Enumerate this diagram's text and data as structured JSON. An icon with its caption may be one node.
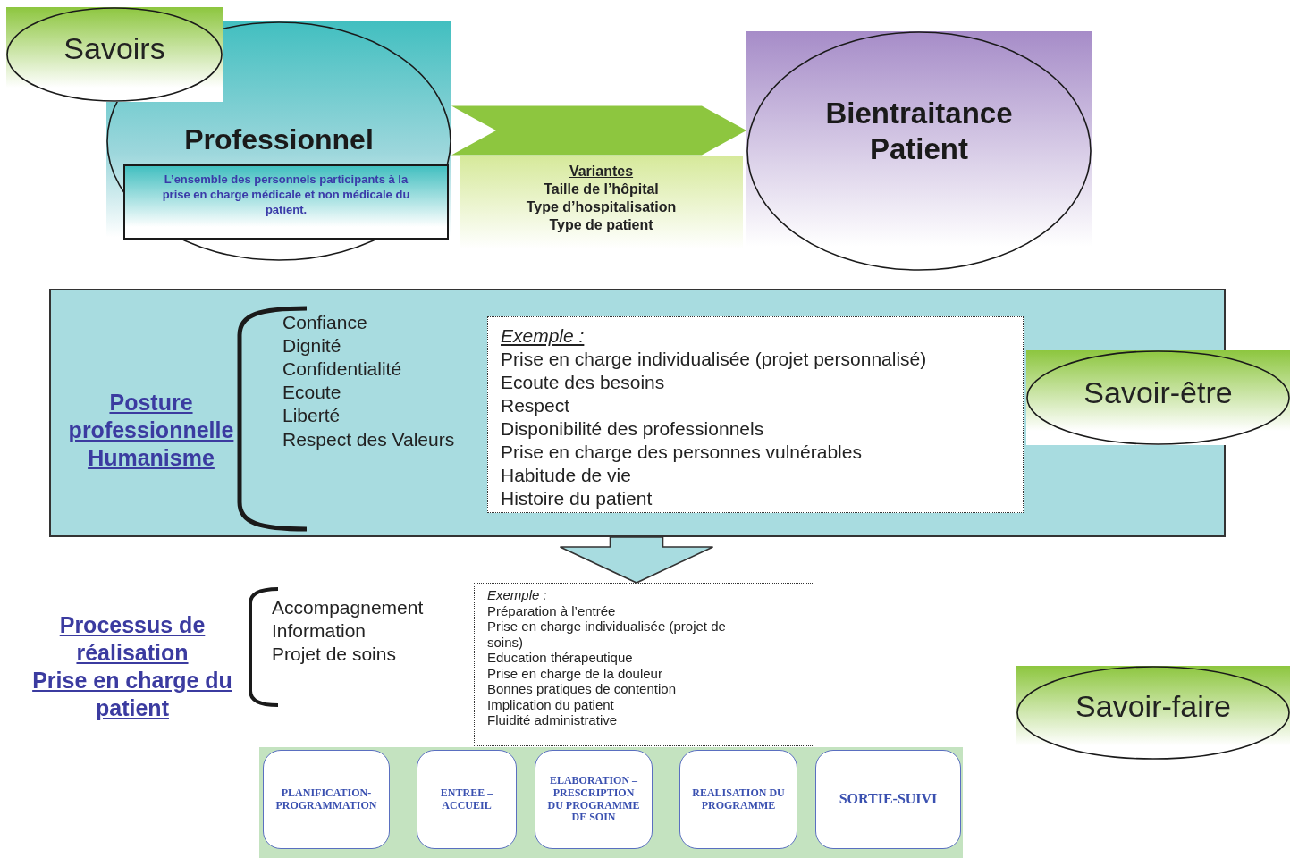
{
  "diagram": {
    "nodes": [
      {
        "text": [
          "Savoirs"
        ]
      },
      {
        "text": [
          "Professionnel"
        ]
      },
      {
        "text": [
          "L’ensemble des personnels participants à la prise en charge médicale et non médicale du patient."
        ],
        "in": 1
      },
      {
        "text": [
          "Variantes",
          "Taille de l’hôpital",
          "Type d’hospitalisation",
          "Type de patient"
        ]
      },
      {
        "text": [
          "Bientraitance Patient"
        ]
      },
      {
        "text": [
          "Posture professionnelle",
          "Humanisme",
          "Confiance",
          "Dignité",
          "Confidentialité",
          "Ecoute",
          "Liberté",
          "Respect des Valeurs"
        ]
      },
      {
        "text": [
          "Exemple :",
          "Prise en charge individualisée (projet personnalisé)",
          "Ecoute des besoins",
          "Respect",
          "Disponibilité des professionnels",
          "Prise en charge des personnes vulnérables",
          "Habitude de vie",
          "Histoire du patient"
        ],
        "in": 5
      },
      {
        "text": [
          "Savoir-être"
        ]
      },
      {
        "text": [
          "Exemple :",
          "Préparation à l’entrée",
          "Prise en charge individualisée (projet de soins)",
          "Education thérapeutique",
          "Prise en charge de la douleur",
          "Bonnes pratiques de contention",
          "Implication du patient",
          "Fluidité administrative"
        ]
      },
      {
        "text": [
          "Savoir-faire"
        ]
      },
      {
        "text": [],
        "shape": "box"
      },
      {
        "text": [
          "PLANIFICATION-PROGRAMMATION"
        ],
        "in": 10
      },
      {
        "text": [
          "ENTREE – ACCUEIL"
        ],
        "in": 10
      },
      {
        "text": [
          "ELABORATION – PRESCRIPTION DU PROGRAMME DE SOIN"
        ],
        "in": 10
      },
      {
        "text": [
          "REALISATION DU PROGRAMME"
        ],
        "in": 10
      },
      {
        "text": [
          "SORTIE-SUIVI"
        ],
        "in": 10
      }
    ],
    "edges": [
      {
        "from": 1,
        "to": 4,
        "arrow": "to",
        "style": "thick",
        "color": "#8dc63f"
      },
      {
        "from": 5,
        "to": 8,
        "arrow": "to",
        "style": "thick",
        "color": "#a8dce0"
      }
    ],
    "labels": [
      "Processus de réalisation",
      "Prise en charge du patient",
      "Accompagnement",
      "Information",
      "Projet de soins"
    ]
  }
}
